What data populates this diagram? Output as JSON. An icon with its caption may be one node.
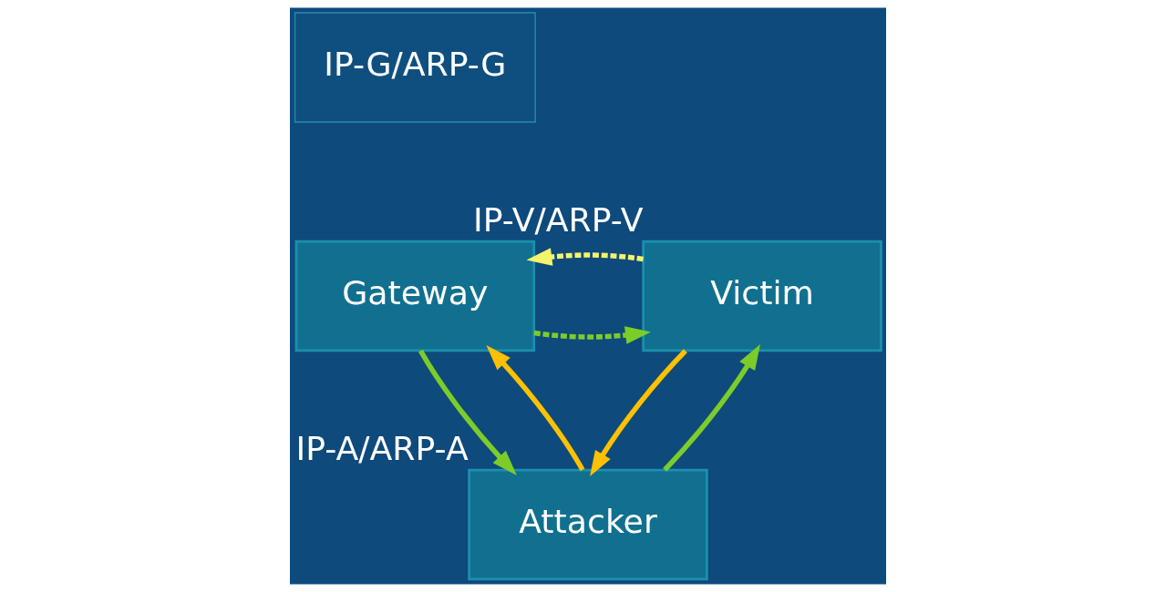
{
  "diagram": {
    "nodes": [
      {
        "text": [
          "IP-G/ARP-G"
        ]
      },
      {
        "text": [
          "Gateway"
        ]
      },
      {
        "text": [
          "Victim"
        ],
        "beside": [
          "IP-V/ARP-V"
        ]
      },
      {
        "text": [
          "Attacker"
        ],
        "beside": [
          "IP-A/ARP-A"
        ]
      }
    ],
    "edges": [
      {
        "from": 1,
        "to": 2,
        "arrow": "to",
        "style": "dashed"
      },
      {
        "from": 2,
        "to": 1,
        "arrow": "to",
        "style": "dashed",
        "color": "#f4f36a"
      },
      {
        "from": 1,
        "to": 3,
        "arrow": "to"
      },
      {
        "from": 3,
        "to": 1,
        "arrow": "to",
        "color": "#ffc000"
      },
      {
        "from": 2,
        "to": 3,
        "arrow": "to",
        "color": "#ffc000"
      },
      {
        "from": 3,
        "to": 2,
        "arrow": "to"
      }
    ]
  }
}
